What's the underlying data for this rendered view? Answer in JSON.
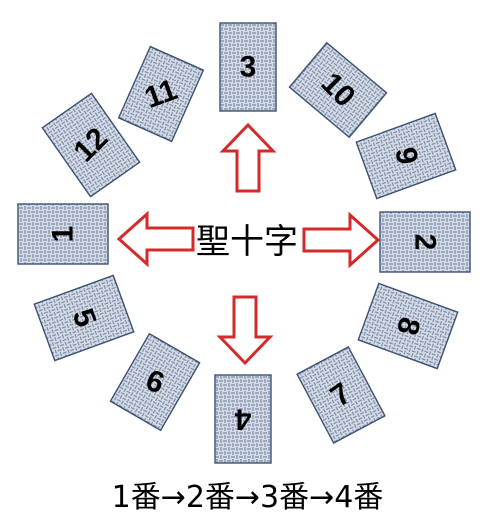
{
  "colors": {
    "card_fill": "#d6dde8",
    "card_pattern": "#7a8aa3",
    "card_border": "#3b5274",
    "arrow_border": "#d42a2a",
    "text": "#000000"
  },
  "center_label": "聖十字",
  "sequence_label": "1番→2番→3番→4番",
  "cards": [
    {
      "label": "1"
    },
    {
      "label": "2"
    },
    {
      "label": "3"
    },
    {
      "label": "4"
    },
    {
      "label": "5"
    },
    {
      "label": "6"
    },
    {
      "label": "7"
    },
    {
      "label": "8"
    },
    {
      "label": "9"
    },
    {
      "label": "10"
    },
    {
      "label": "11"
    },
    {
      "label": "12"
    }
  ],
  "arrows": [
    {
      "direction": "up"
    },
    {
      "direction": "down"
    },
    {
      "direction": "left"
    },
    {
      "direction": "right"
    }
  ]
}
